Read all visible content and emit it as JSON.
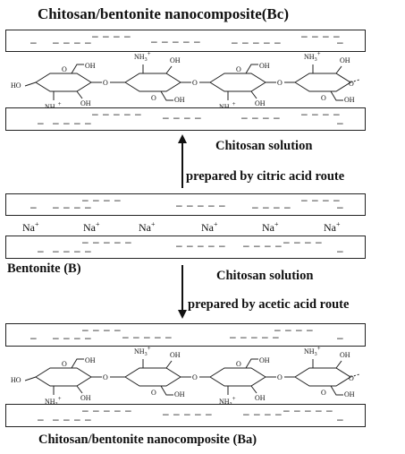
{
  "title_top": "Chitosan/bentonite nanocomposite(Bc)",
  "title_bottom": "Chitosan/bentonite nanocomposite (Ba)",
  "bentonite_label": "Bentonite (B)",
  "route_citric": {
    "line1": "Chitosan solution",
    "line2": "prepared by citric acid route"
  },
  "route_acetic": {
    "line1": "Chitosan solution",
    "line2": "prepared by acetic acid route"
  },
  "sodium_ion": "Na",
  "sodium_charge": "+",
  "chitosan_labels": {
    "oh": "OH",
    "ho": "HO",
    "nh3": "NH3",
    "charge": "+",
    "ring_oxygen": "O"
  }
}
